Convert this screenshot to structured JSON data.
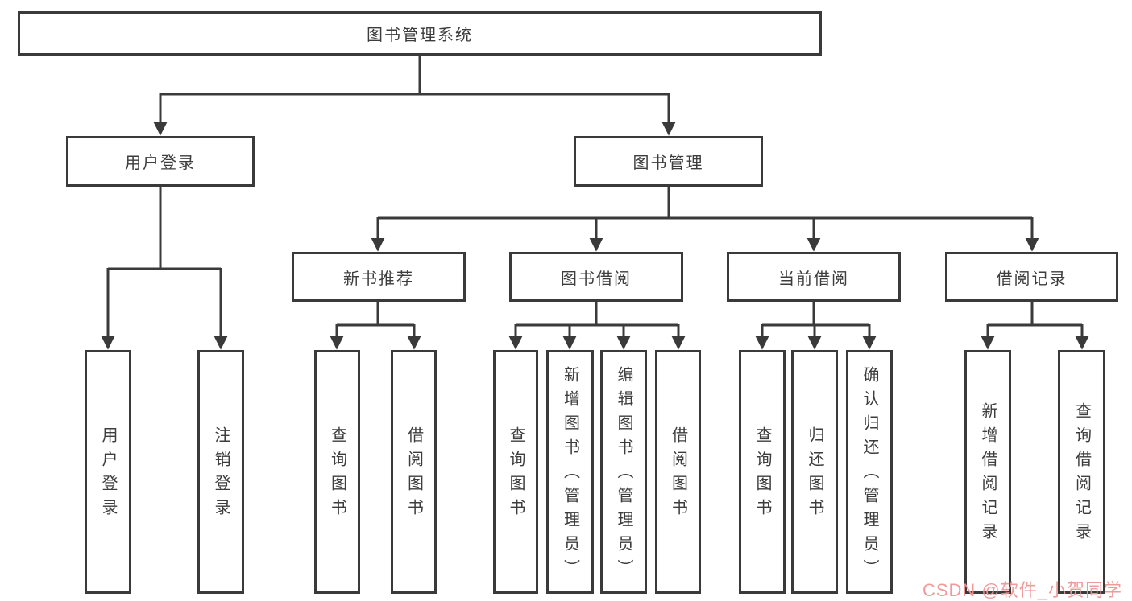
{
  "tree": {
    "root": "图书管理系统",
    "level2": {
      "user_login": "用户登录",
      "book_mgmt": "图书管理"
    },
    "level3": {
      "new_book_rec": "新书推荐",
      "book_borrow": "图书借阅",
      "current_borrow": "当前借阅",
      "borrow_records": "借阅记录"
    },
    "leaves": {
      "user_login": [
        "用户登录",
        "注销登录"
      ],
      "new_book_rec": [
        "查询图书",
        "借阅图书"
      ],
      "book_borrow": [
        "查询图书",
        "新增图书（管理员）",
        "编辑图书（管理员）",
        "借阅图书"
      ],
      "current_borrow": [
        "查询图书",
        "归还图书",
        "确认归还（管理员）"
      ],
      "borrow_records": [
        "新增借阅记录",
        "查询借阅记录"
      ]
    }
  },
  "watermark": {
    "text": "CSDN @软件_小贺同学"
  },
  "colors": {
    "line": "#3a3a3a",
    "box_border": "#3a3a3a",
    "text": "#3d3d3d",
    "watermark": "#ee9696",
    "background": "#ffffff"
  }
}
